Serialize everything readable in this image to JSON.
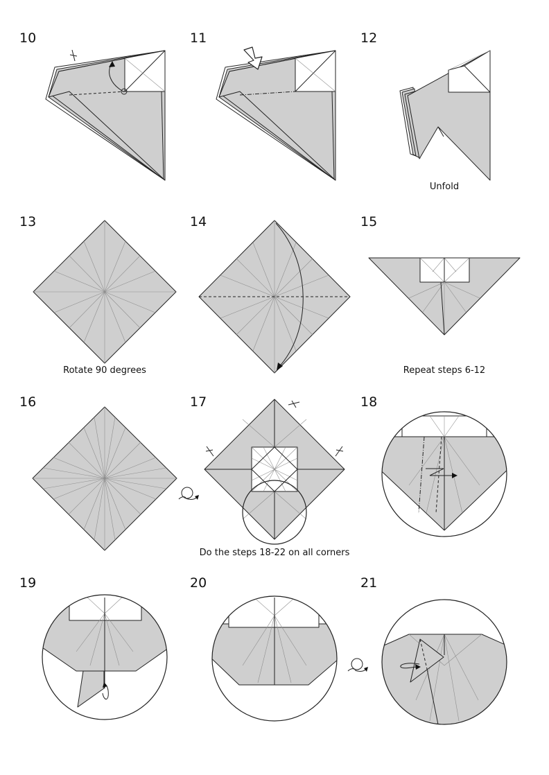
{
  "steps": [
    {
      "number": "10",
      "caption": ""
    },
    {
      "number": "11",
      "caption": ""
    },
    {
      "number": "12",
      "caption": "Unfold"
    },
    {
      "number": "13",
      "caption": "Rotate 90 degrees"
    },
    {
      "number": "14",
      "caption": ""
    },
    {
      "number": "15",
      "caption": "Repeat steps 6-12"
    },
    {
      "number": "16",
      "caption": ""
    },
    {
      "number": "17",
      "caption": "Do the steps 18-22 on all corners"
    },
    {
      "number": "18",
      "caption": ""
    },
    {
      "number": "19",
      "caption": ""
    },
    {
      "number": "20",
      "caption": ""
    },
    {
      "number": "21",
      "caption": ""
    }
  ],
  "icons": {
    "turn_over": "turn-over-icon",
    "fold_arrow": "fold-arrow-icon",
    "push_arrow": "push-arrow-icon",
    "pinch_mark": "pinch-mark-icon"
  },
  "colors": {
    "paper_color": "#cfcfcf",
    "line_color": "#222222",
    "crease_color": "#8f8f8f"
  }
}
